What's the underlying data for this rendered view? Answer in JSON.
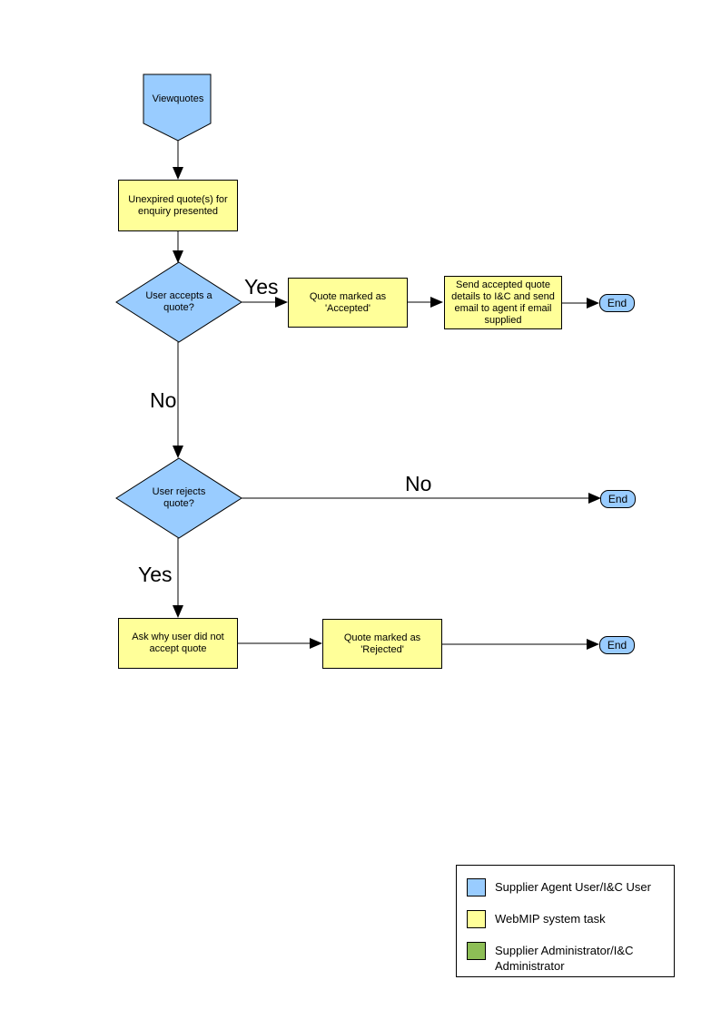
{
  "diagram": {
    "colors": {
      "actor_fill": "#99ccff",
      "task_fill": "#ffff99",
      "admin_fill": "#8dbe56",
      "outline": "#000000"
    },
    "nodes": {
      "view_quotes": {
        "label": "Viewquotes",
        "type": "pentagon"
      },
      "unexpired": {
        "label": "Unexpired quote(s) for enquiry presented",
        "type": "process"
      },
      "accepts": {
        "label": "User accepts a quote?",
        "type": "decision"
      },
      "marked_accepted": {
        "label": "Quote  marked as 'Accepted'",
        "type": "process"
      },
      "send_details": {
        "label": "Send accepted quote details to I&C and send email to agent if email supplied",
        "type": "process"
      },
      "end_accept": {
        "label": "End",
        "type": "terminator"
      },
      "rejects": {
        "label": "User rejects quote?",
        "type": "decision"
      },
      "end_no_reject": {
        "label": "End",
        "type": "terminator"
      },
      "ask_why": {
        "label": "Ask why user did not accept quote",
        "type": "process"
      },
      "marked_rejected": {
        "label": "Quote  marked as 'Rejected'",
        "type": "process"
      },
      "end_reject": {
        "label": "End",
        "type": "terminator"
      }
    },
    "edge_labels": {
      "accepts_yes": "Yes",
      "accepts_no": "No",
      "rejects_no": "No",
      "rejects_yes": "Yes"
    },
    "legend": {
      "items": [
        {
          "label": "Supplier Agent User/I&C User",
          "color": "#99ccff"
        },
        {
          "label": "WebMIP system task",
          "color": "#ffff99"
        },
        {
          "label": "Supplier Administrator/I&C Administrator",
          "color": "#8dbe56"
        }
      ]
    }
  }
}
